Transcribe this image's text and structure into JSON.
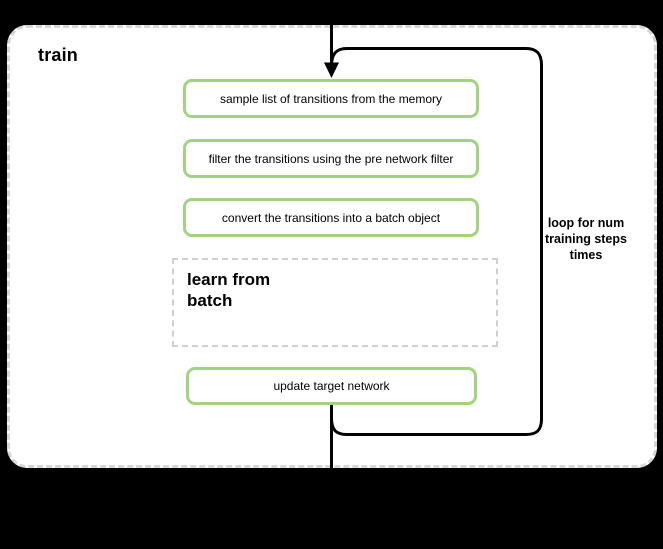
{
  "diagram": {
    "group_label": "train",
    "steps": [
      {
        "label": "sample list of transitions from the memory"
      },
      {
        "label": "filter the transitions using the pre network filter"
      },
      {
        "label": "convert the transitions into a batch object"
      }
    ],
    "subroutine_label": "learn from batch",
    "update_step_label": "update target network",
    "loop_label": "loop for num training steps times",
    "icons": {
      "arrow_down": "arrow-down-icon"
    },
    "colors": {
      "background": "#000000",
      "container_fill": "#ffffff",
      "container_border": "#d6d6d6",
      "step_border": "#a2d282",
      "subroutine_border": "#cfcfcf",
      "line": "#000000",
      "text": "#000000"
    }
  }
}
